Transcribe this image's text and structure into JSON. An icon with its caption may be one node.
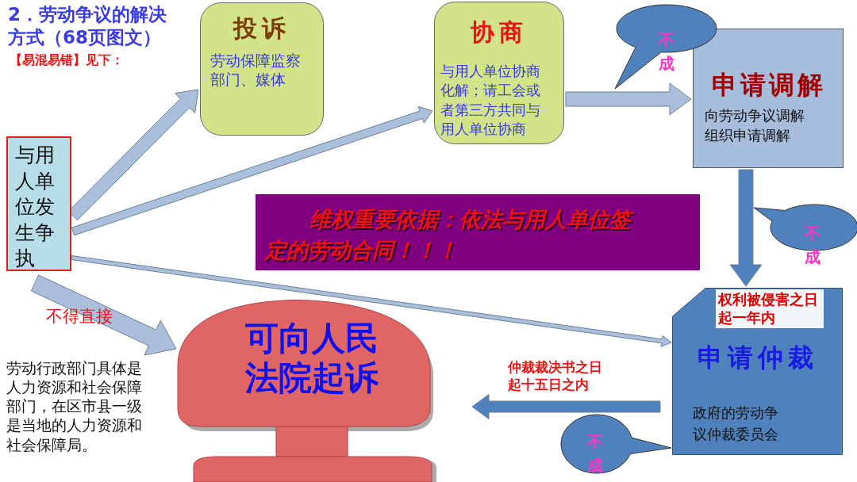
{
  "diagram": {
    "title": "2．劳动争议的解决方式（68页图文）",
    "nodes": [
      {
        "text": [
          "与用人单位发生争执"
        ]
      },
      {
        "text": [
          "投诉",
          "劳动保障监察部门、媒体"
        ]
      },
      {
        "text": [
          "协商",
          "与用人单位协商化解；请工会或者第三方共同与用人单位协商"
        ]
      },
      {
        "text": [
          "申请调解",
          "向劳动争议调解组织申请调解"
        ]
      },
      {
        "text": [
          "权利被侵害之日起一年内",
          "申请仲裁",
          "政府的劳动争议仲裁委员会"
        ]
      },
      {
        "text": [
          "可向人民法院起诉"
        ]
      },
      {
        "text": [
          "维权重要依据：依法与用人单位签定的劳动合同！！！"
        ]
      },
      {
        "text": [
          "不成"
        ]
      },
      {
        "text": [
          "不成"
        ]
      },
      {
        "text": [
          "不成"
        ]
      }
    ],
    "edges": [
      {
        "from": 0,
        "to": 1,
        "arrow": "to"
      },
      {
        "from": 0,
        "to": 2,
        "arrow": "to"
      },
      {
        "from": 0,
        "to": 4,
        "arrow": "to"
      },
      {
        "from": 0,
        "to": 5,
        "arrow": "to",
        "label": "不得直接"
      },
      {
        "from": 2,
        "to": 3,
        "arrow": "to"
      },
      {
        "from": 3,
        "to": 4,
        "arrow": "to",
        "color": "#4f81bd"
      },
      {
        "from": 4,
        "to": 5,
        "arrow": "to",
        "label": "仲裁裁决书之日起十五日之内",
        "color": "#4f81bd"
      }
    ],
    "labels": [
      "【易混易错】见下：",
      "劳动行政部门具体是人力资源和社会保障部门，在区市县一级是当地的人力资源和社会保障局。"
    ]
  }
}
